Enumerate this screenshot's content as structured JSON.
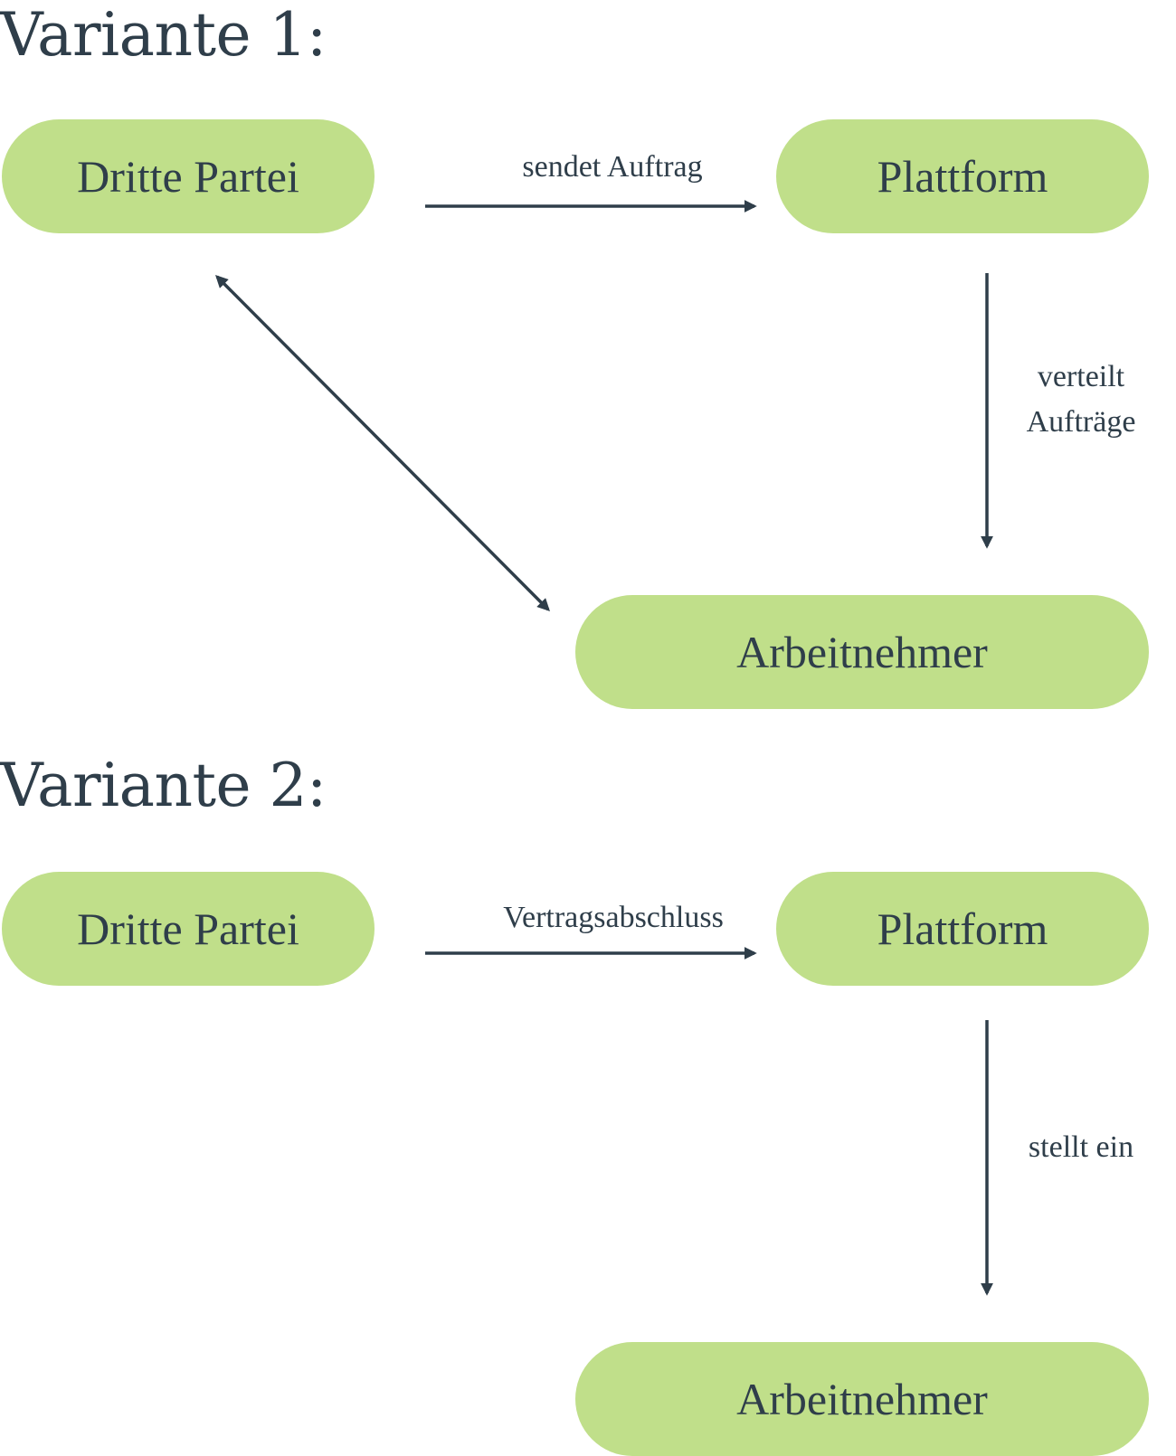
{
  "colors": {
    "node_fill": "#c0df8a",
    "text": "#2f3e4a",
    "connector": "#2f3e4a",
    "background": "#ffffff"
  },
  "variants": [
    {
      "title": "Variante 1:",
      "nodes": {
        "third_party": "Dritte Partei",
        "platform": "Plattform",
        "worker": "Arbeitnehmer"
      },
      "edges": [
        {
          "from": "third_party",
          "to": "platform",
          "label": "sendet Auftrag",
          "arrow": "end"
        },
        {
          "from": "platform",
          "to": "worker",
          "label_lines": [
            "verteilt",
            "Aufträge"
          ],
          "arrow": "end"
        },
        {
          "from": "third_party",
          "to": "worker",
          "label": "",
          "arrow": "both"
        }
      ]
    },
    {
      "title": "Variante 2:",
      "nodes": {
        "third_party": "Dritte Partei",
        "platform": "Plattform",
        "worker": "Arbeitnehmer"
      },
      "edges": [
        {
          "from": "third_party",
          "to": "platform",
          "label": "Vertragsabschluss",
          "arrow": "end"
        },
        {
          "from": "platform",
          "to": "worker",
          "label": "stellt ein",
          "arrow": "end"
        }
      ]
    }
  ]
}
